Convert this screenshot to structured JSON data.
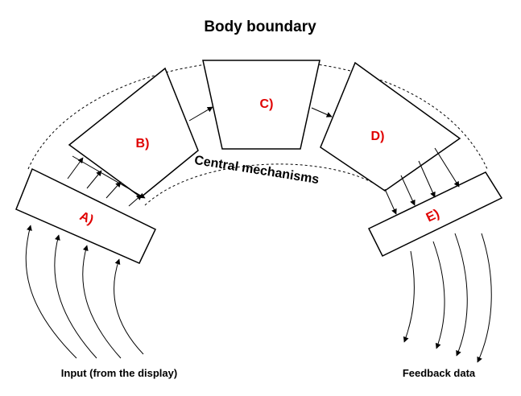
{
  "diagram": {
    "title": "Body boundary",
    "center_label": "Central mechanisms",
    "blocks": {
      "a": "A)",
      "b": "B)",
      "c": "C)",
      "d": "D)",
      "e": "E)"
    },
    "input_label": "Input (from the display)",
    "output_label": "Feedback data",
    "label_color": "#e00000"
  }
}
